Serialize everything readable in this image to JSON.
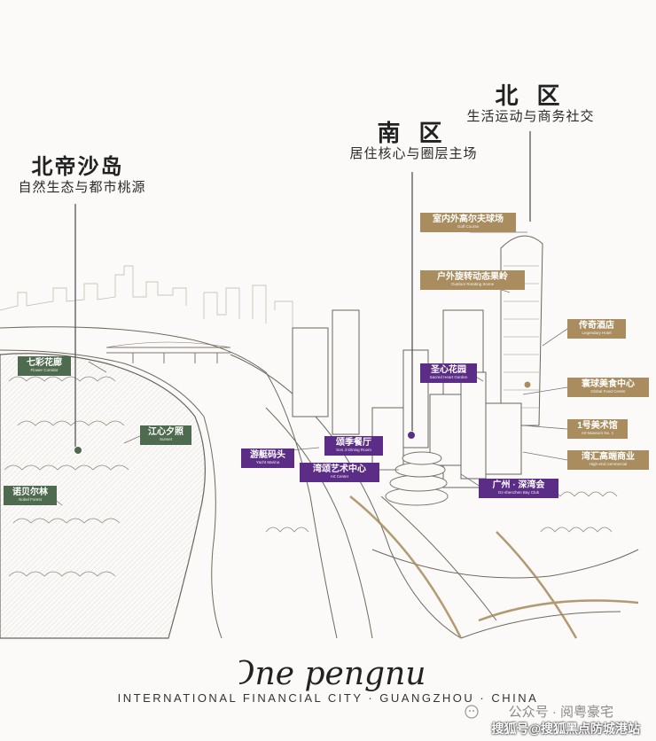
{
  "zones": {
    "north": {
      "title": "北 区",
      "subtitle": "生活运动与商务社交"
    },
    "south": {
      "title": "南 区",
      "subtitle": "居住核心与圈层主场"
    },
    "island": {
      "title": "北帝沙岛",
      "subtitle": "自然生态与都市桃源"
    }
  },
  "labels": [
    {
      "id": "golf",
      "cn": "室内外高尔夫球场",
      "en": "Golf Course",
      "color": "gold"
    },
    {
      "id": "scene",
      "cn": "户外旋转动态果岭",
      "en": "Outdoor Rotating Scene",
      "color": "gold"
    },
    {
      "id": "hotel",
      "cn": "传奇酒店",
      "en": "Legendary Hotel",
      "color": "gold"
    },
    {
      "id": "garden",
      "cn": "圣心花园",
      "en": "Sacred Heart Garden",
      "color": "purple"
    },
    {
      "id": "food",
      "cn": "寰球美食中心",
      "en": "Global Food Center",
      "color": "gold"
    },
    {
      "id": "museum",
      "cn": "1号美术馆",
      "en": "Art Museum No. 1",
      "color": "gold"
    },
    {
      "id": "commercial",
      "cn": "湾汇高端商业",
      "en": "High-end commercial",
      "color": "gold"
    },
    {
      "id": "dining",
      "cn": "颂季餐厅",
      "en": "Son Ji Dining Room",
      "color": "purple"
    },
    {
      "id": "marina",
      "cn": "游艇码头",
      "en": "Yacht Marina",
      "color": "purple"
    },
    {
      "id": "artcenter",
      "cn": "湾颂艺术中心",
      "en": "Art Center",
      "color": "purple"
    },
    {
      "id": "club",
      "cn": "广州 · 深湾会",
      "en": "Gz-shenzhen Bay Club",
      "color": "purple"
    },
    {
      "id": "flower",
      "cn": "七彩花廊",
      "en": "Flower Corridor",
      "color": "green"
    },
    {
      "id": "sunset",
      "cn": "江心夕照",
      "en": "Sunset",
      "color": "green"
    },
    {
      "id": "forest",
      "cn": "诺贝尔林",
      "en": "Nobel Forest",
      "color": "green"
    }
  ],
  "brand": {
    "logo_script": "One pengnui",
    "tagline": "INTERNATIONAL FINANCIAL CITY · GUANGZHOU · CHINA"
  },
  "watermark": {
    "line1": "公众号 · 阅粤豪宅",
    "line2": "搜狐号@搜狐黑点防城港站"
  },
  "colors": {
    "gold": "#a98d5f",
    "green": "#4f6b4f",
    "purple": "#5b2d86",
    "ink": "#222222",
    "line": "#555555"
  }
}
